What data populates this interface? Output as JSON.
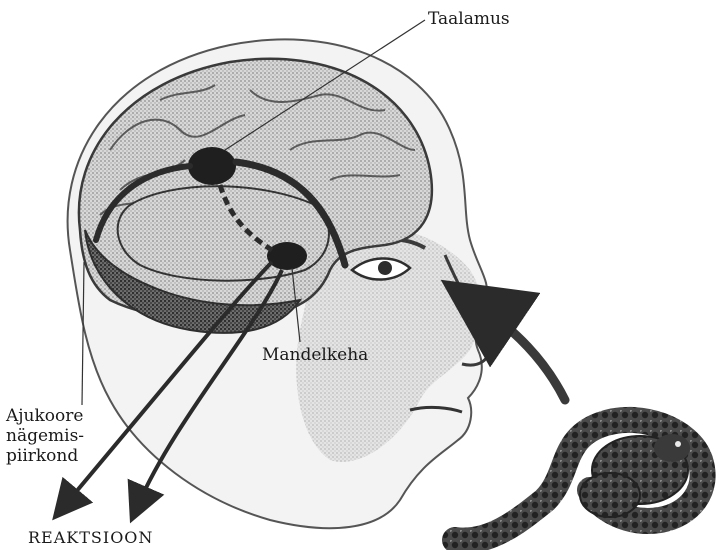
{
  "labels": {
    "thalamus": "Taalamus",
    "amygdala": "Mandelkeha",
    "visual_cortex_line1": "Ajukoore",
    "visual_cortex_line2": "nägemis-",
    "visual_cortex_line3": "piirkond",
    "reaction": "REAKTSIOON"
  },
  "colors": {
    "ink": "#1a1a1a",
    "dark": "#2b2b2b",
    "mid": "#7a7a7a",
    "light": "#c9c9c9",
    "pale": "#e6e6e6"
  }
}
